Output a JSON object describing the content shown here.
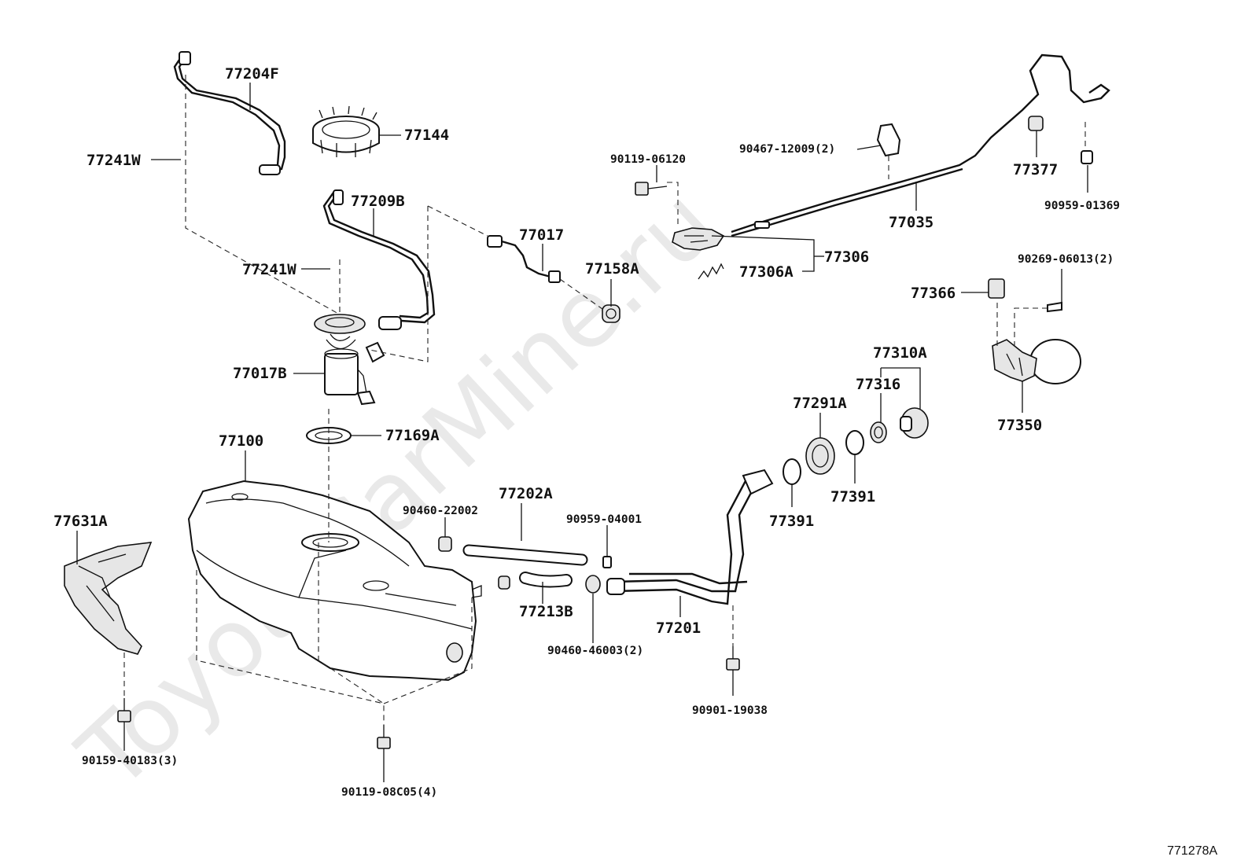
{
  "watermark": "ToyotaCarMine.ru",
  "figure_code": "771278A",
  "labels": {
    "p77204F": "77204F",
    "p77144": "77144",
    "p77241W_a": "77241W",
    "p77209B": "77209B",
    "p77017": "77017",
    "p77241W_b": "77241W",
    "p77158A": "77158A",
    "p77017B": "77017B",
    "p77169A": "77169A",
    "p77100": "77100",
    "p77631A": "77631A",
    "p90460_22002": "90460-22002",
    "p77202A": "77202A",
    "p90959_04001": "90959-04001",
    "p77213B": "77213B",
    "p90460_46003": "90460-46003(2)",
    "p77201": "77201",
    "p90901_19038": "90901-19038",
    "p90159_40183": "90159-40183(3)",
    "p90119_08C05": "90119-08C05(4)",
    "p90119_06120": "90119-06120",
    "p90467_12009": "90467-12009(2)",
    "p77377": "77377",
    "p90959_01369": "90959-01369",
    "p77035": "77035",
    "p77306": "77306",
    "p77306A": "77306A",
    "p90269_06013": "90269-06013(2)",
    "p77366": "77366",
    "p77350": "77350",
    "p77310A": "77310A",
    "p77316": "77316",
    "p77291A": "77291A",
    "p77391_a": "77391",
    "p77391_b": "77391"
  }
}
